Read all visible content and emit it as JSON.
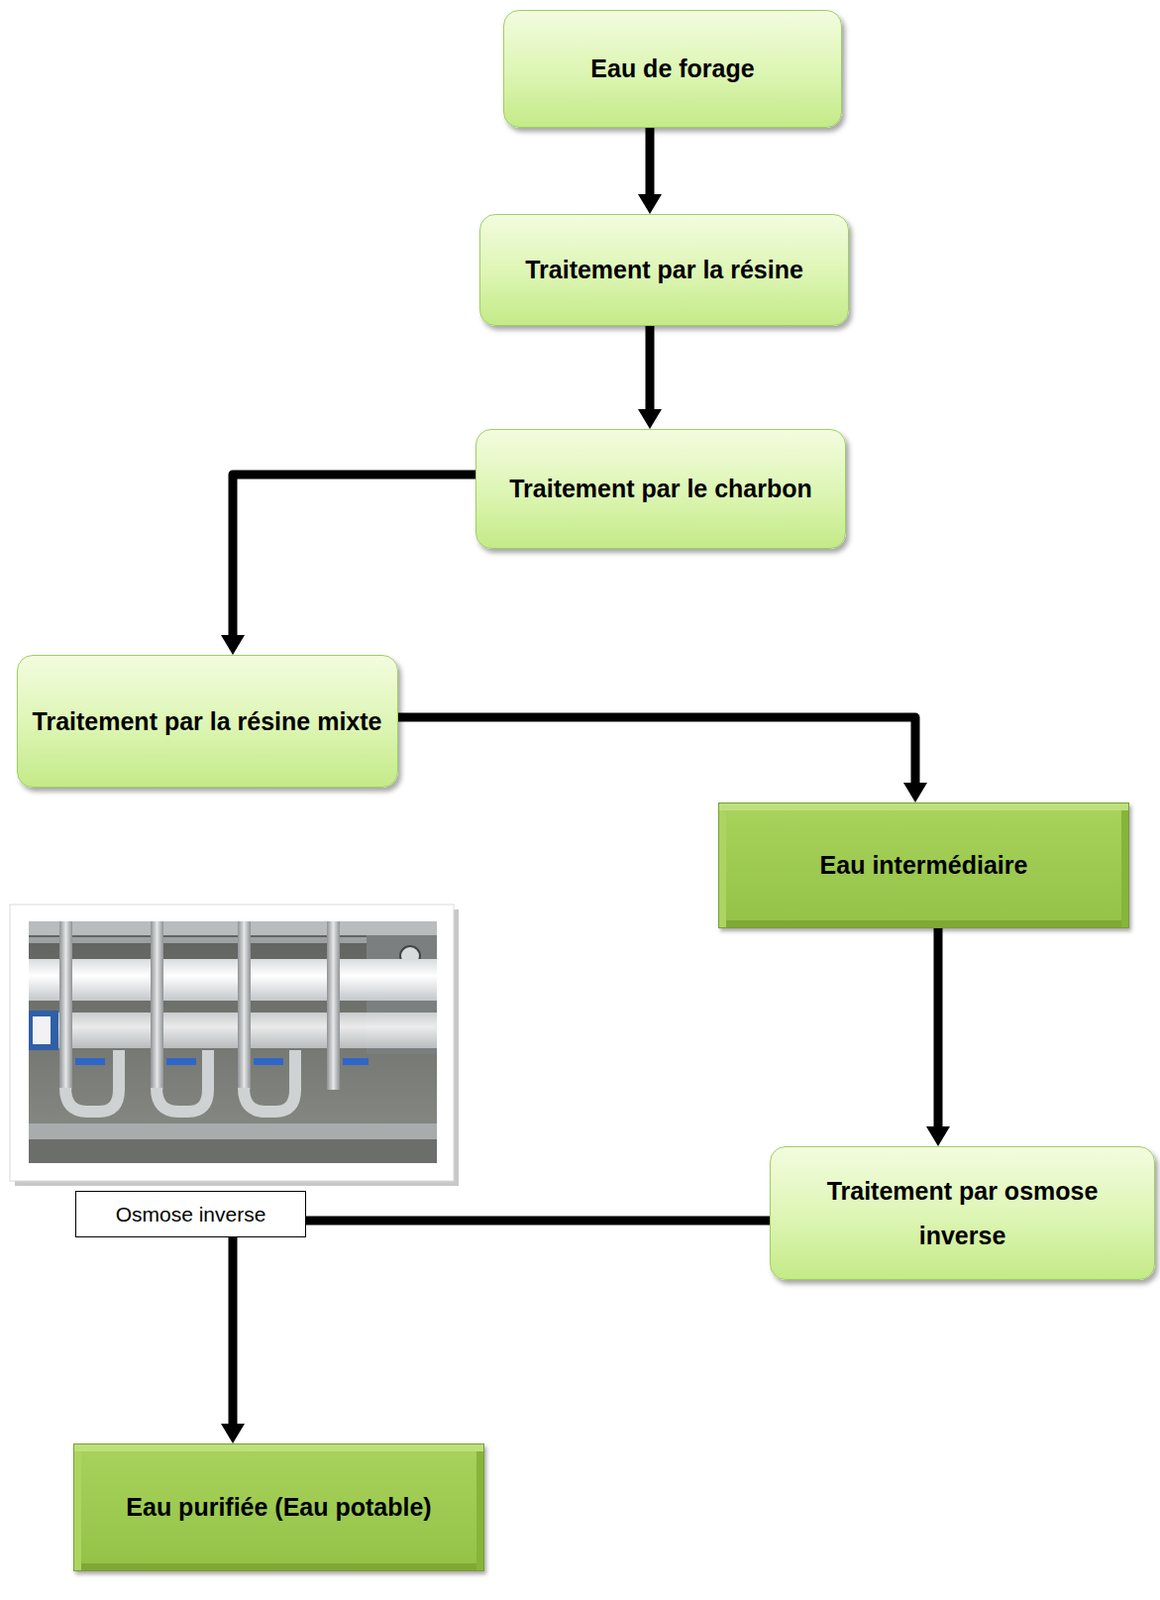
{
  "diagram": {
    "nodes": [
      {
        "text": [
          "Eau de forage"
        ]
      },
      {
        "text": [
          "Traitement par la résine"
        ]
      },
      {
        "text": [
          "Traitement par le charbon"
        ]
      },
      {
        "text": [
          "Traitement par la résine mixte"
        ]
      },
      {
        "text": [
          "Eau intermédiaire"
        ]
      },
      {
        "text": [
          "Traitement par osmose inverse"
        ]
      },
      {
        "text": [
          "Osmose inverse"
        ]
      },
      {
        "text": [
          "Eau purifiée (Eau potable)"
        ]
      }
    ],
    "edges": [
      {
        "from": 0,
        "to": 1,
        "arrow": "to"
      },
      {
        "from": 1,
        "to": 2,
        "arrow": "to"
      },
      {
        "from": 2,
        "to": 3,
        "arrow": "to"
      },
      {
        "from": 3,
        "to": 4,
        "arrow": "to"
      },
      {
        "from": 4,
        "to": 5,
        "arrow": "to"
      },
      {
        "from": 5,
        "to": 6,
        "arrow": "none"
      },
      {
        "from": 6,
        "to": 7,
        "arrow": "to"
      }
    ]
  }
}
